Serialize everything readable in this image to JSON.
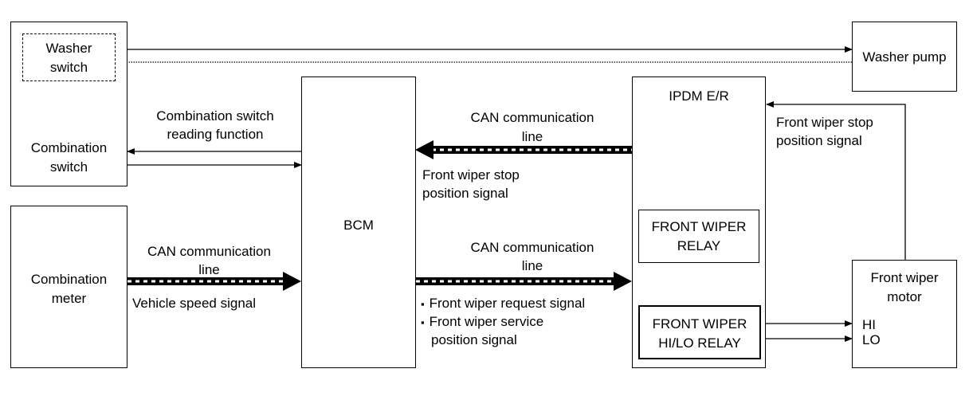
{
  "blocks": {
    "washer_switch": [
      "Washer",
      "switch"
    ],
    "combination_switch": [
      "Combination",
      "switch"
    ],
    "combination_meter": [
      "Combination",
      "meter"
    ],
    "bcm": "BCM",
    "ipdm": "IPDM E/R",
    "front_wiper_relay": [
      "FRONT WIPER",
      "RELAY"
    ],
    "front_wiper_hilo_relay": [
      "FRONT WIPER",
      "HI/LO RELAY"
    ],
    "washer_pump": "Washer pump",
    "front_wiper_motor": [
      "Front wiper",
      "motor"
    ],
    "motor_hi": "HI",
    "motor_lo": "LO"
  },
  "signals": {
    "comb_switch_reading": [
      "Combination switch",
      "reading function"
    ],
    "can_line_top": [
      "CAN communication",
      "line"
    ],
    "stop_pos_bcm": [
      "Front wiper stop",
      "position signal"
    ],
    "stop_pos_ipdm": [
      "Front wiper stop",
      "position signal"
    ],
    "can_line_left": [
      "CAN communication",
      "line"
    ],
    "vehicle_speed": "Vehicle speed signal",
    "can_line_right": [
      "CAN communication",
      "line"
    ],
    "request_signal": "Front wiper request signal",
    "service_signal": [
      "Front wiper service",
      "position signal"
    ]
  }
}
